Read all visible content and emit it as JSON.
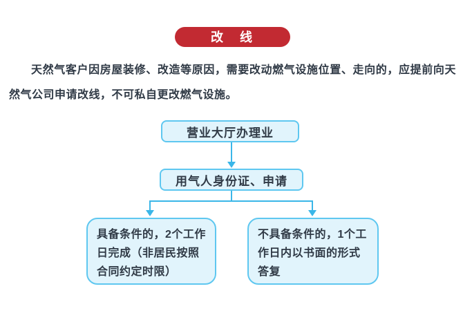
{
  "badge": {
    "label": "改　线"
  },
  "intro": {
    "text": "天然气客户因房屋装修、改造等原因，需要改动燃气设施位置、走向的，应提前向天然气公司申请改线，不可私自更改燃气设施。"
  },
  "flowchart": {
    "nodes": [
      {
        "id": "step1",
        "label": "营业大厅办理业"
      },
      {
        "id": "step2",
        "label": "用气人身份证、申请"
      },
      {
        "id": "outcome-yes",
        "label": "具备条件的，2个工作日完成（非居民按照合同约定时限）"
      },
      {
        "id": "outcome-no",
        "label": "不具备条件的，1个工作日内以书面的形式答复"
      }
    ]
  },
  "colors": {
    "badge_red": "#c22a32",
    "badge_text": "#ffffff",
    "box_fill": "#e1f4fc",
    "box_border": "#5ec7f0",
    "connector": "#3ab6e8",
    "text_dark": "#303a46"
  }
}
